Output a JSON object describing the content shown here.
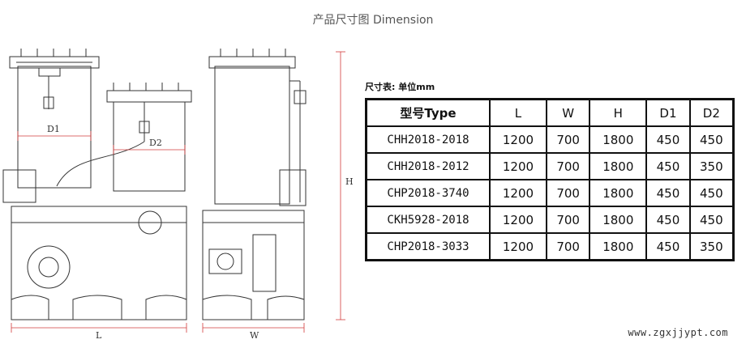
{
  "page": {
    "title": "产品尺寸图 Dimension"
  },
  "drawing": {
    "labels": {
      "d1": "D1",
      "d2": "D2",
      "l": "L",
      "w": "W",
      "h": "H"
    }
  },
  "table": {
    "caption": "尺寸表: 单位mm",
    "headers": [
      "型号Type",
      "L",
      "W",
      "H",
      "D1",
      "D2"
    ],
    "rows": [
      [
        "CHH2018-2018",
        "1200",
        "700",
        "1800",
        "450",
        "450"
      ],
      [
        "CHH2018-2012",
        "1200",
        "700",
        "1800",
        "450",
        "350"
      ],
      [
        "CHP2018-3740",
        "1200",
        "700",
        "1800",
        "450",
        "450"
      ],
      [
        "CKH5928-2018",
        "1200",
        "700",
        "1800",
        "450",
        "450"
      ],
      [
        "CHP2018-3033",
        "1200",
        "700",
        "1800",
        "450",
        "350"
      ]
    ]
  },
  "watermark": {
    "site": "www.zgxjjypt.com"
  },
  "colors": {
    "dimension_line": "#d23b3b",
    "drawing_line": "#333333",
    "table_border": "#111111"
  }
}
